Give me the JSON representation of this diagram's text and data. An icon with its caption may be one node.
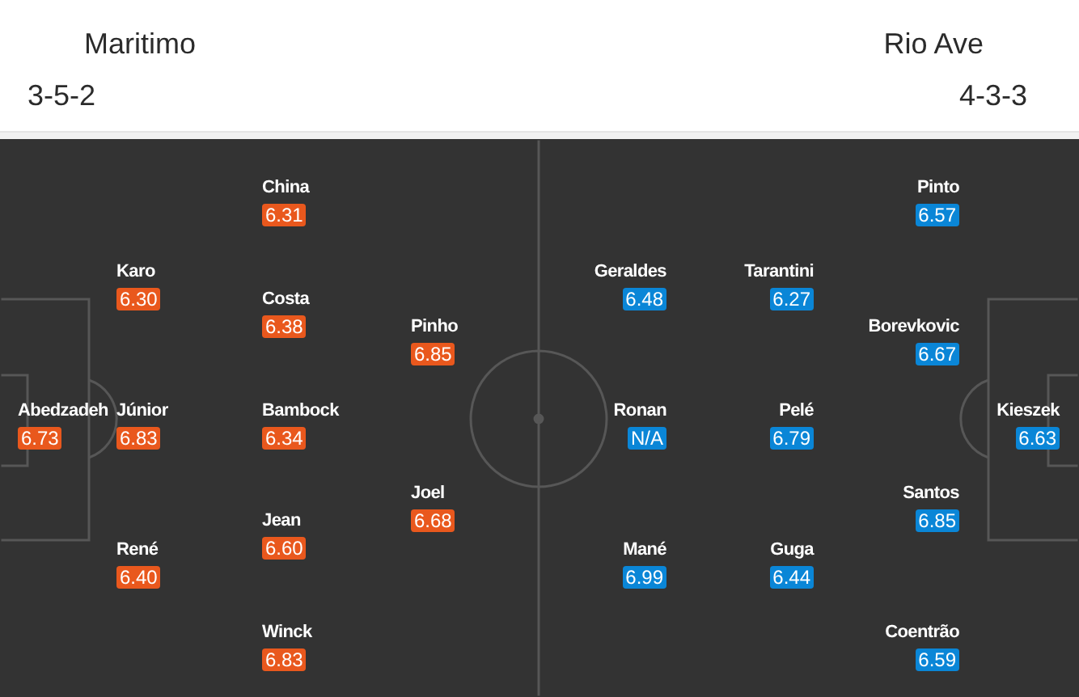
{
  "diagram": {
    "nodes": [
      {
        "text": [
          "Abedzadeh",
          "6.73"
        ]
      },
      {
        "text": [
          "Karo",
          "6.30"
        ]
      },
      {
        "text": [
          "Júnior",
          "6.83"
        ]
      },
      {
        "text": [
          "René",
          "6.40"
        ]
      },
      {
        "text": [
          "China",
          "6.31"
        ]
      },
      {
        "text": [
          "Costa",
          "6.38"
        ]
      },
      {
        "text": [
          "Bambock",
          "6.34"
        ]
      },
      {
        "text": [
          "Jean",
          "6.60"
        ]
      },
      {
        "text": [
          "Winck",
          "6.83"
        ]
      },
      {
        "text": [
          "Pinho",
          "6.85"
        ]
      },
      {
        "text": [
          "Joel",
          "6.68"
        ]
      },
      {
        "text": [
          "Kieszek",
          "6.63"
        ]
      },
      {
        "text": [
          "Pinto",
          "6.57"
        ]
      },
      {
        "text": [
          "Borevkovic",
          "6.67"
        ]
      },
      {
        "text": [
          "Santos",
          "6.85"
        ]
      },
      {
        "text": [
          "Coentrão",
          "6.59"
        ]
      },
      {
        "text": [
          "Tarantini",
          "6.27"
        ]
      },
      {
        "text": [
          "Pelé",
          "6.79"
        ]
      },
      {
        "text": [
          "Guga",
          "6.44"
        ]
      },
      {
        "text": [
          "Geraldes",
          "6.48"
        ]
      },
      {
        "text": [
          "Ronan",
          "N/A"
        ]
      },
      {
        "text": [
          "Mané",
          "6.99"
        ]
      }
    ],
    "labels": [
      "Maritimo",
      "Rio Ave",
      "3-5-2",
      "4-3-3"
    ]
  }
}
